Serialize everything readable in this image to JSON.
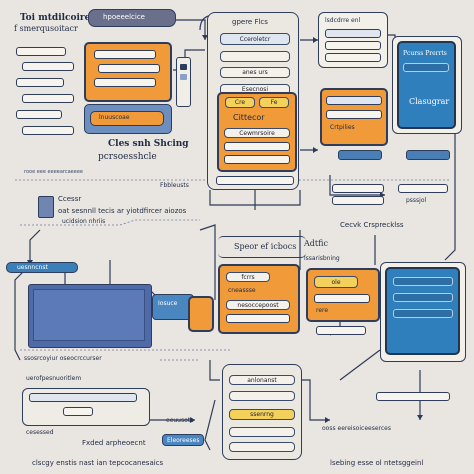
{
  "top_left": {
    "title": "Toi mtdilcoire",
    "subtitle": "f smerqusoitacr"
  },
  "top_tab": {
    "label": "hpoeeelcice"
  },
  "center_top": {
    "title": "gpere Flcs",
    "label1": "Cceroletcr",
    "label2": "anes urs",
    "label3": "Esecnosi"
  },
  "orange_center": {
    "tag_left": "Cre",
    "tag_right": "Fe",
    "line1": "Cittecor",
    "line2": "Cewmrsoire"
  },
  "orange_left": {
    "footer": "lnuuscoae"
  },
  "right_panel": {
    "header": "lsdcdrre enl",
    "blue_title": "Pcurss Prerrts",
    "blue_body": "Clasugrar",
    "orange_right_label": "Crtpilies"
  },
  "mid_left": {
    "heading1": "Cles snh Shcing",
    "heading2": "pcrsoesshcle",
    "status": "rooe eee eeeearcaeeee",
    "server_label1": "Ccessr",
    "server_text": "oat sesnnll tecis ar yiotdfircer aiozos",
    "server_text2": "ucidsion nhriis",
    "mid_footer": "Fbbleusts"
  },
  "right_mid": {
    "text": "Cecvk Crsprecklss",
    "bottom_label": "psssjol"
  },
  "center_mid": {
    "title": "Speor ef icbocs",
    "side_title": "Adtfic",
    "side_sub": "lssarisbning"
  },
  "left_blue_panel": {
    "header_pill": "uesnncnst",
    "button": "Iosuce",
    "caption": "ssosrcoyiur oseocrccurser"
  },
  "center_orange2": {
    "pill": "fcrrs",
    "line1": "cneassse",
    "line2": "nesoccepoost"
  },
  "right_orange2": {
    "pill": "ole",
    "small": "rere"
  },
  "bottom_left": {
    "text1": "uerofpesnuoritlem",
    "text2": "Fxded arpheoecnt",
    "text3": "cesessed",
    "button": "Eleoreeses"
  },
  "bottom_center": {
    "heading": "eeuusoto",
    "pill1": "anlonanst",
    "pill2": "ssenrng"
  },
  "bottom_right": {
    "text": "ooss eereisoiceeserces"
  },
  "footer": {
    "left": "clscgy enstis nast ian tepcocanesaics",
    "right": "lsebing esse ol ntetsggeinl"
  },
  "colors": {
    "orange": "#f09a3a",
    "blue": "#2f7fbd",
    "navy": "#2f3d5c",
    "bg": "#e9e6e1"
  }
}
